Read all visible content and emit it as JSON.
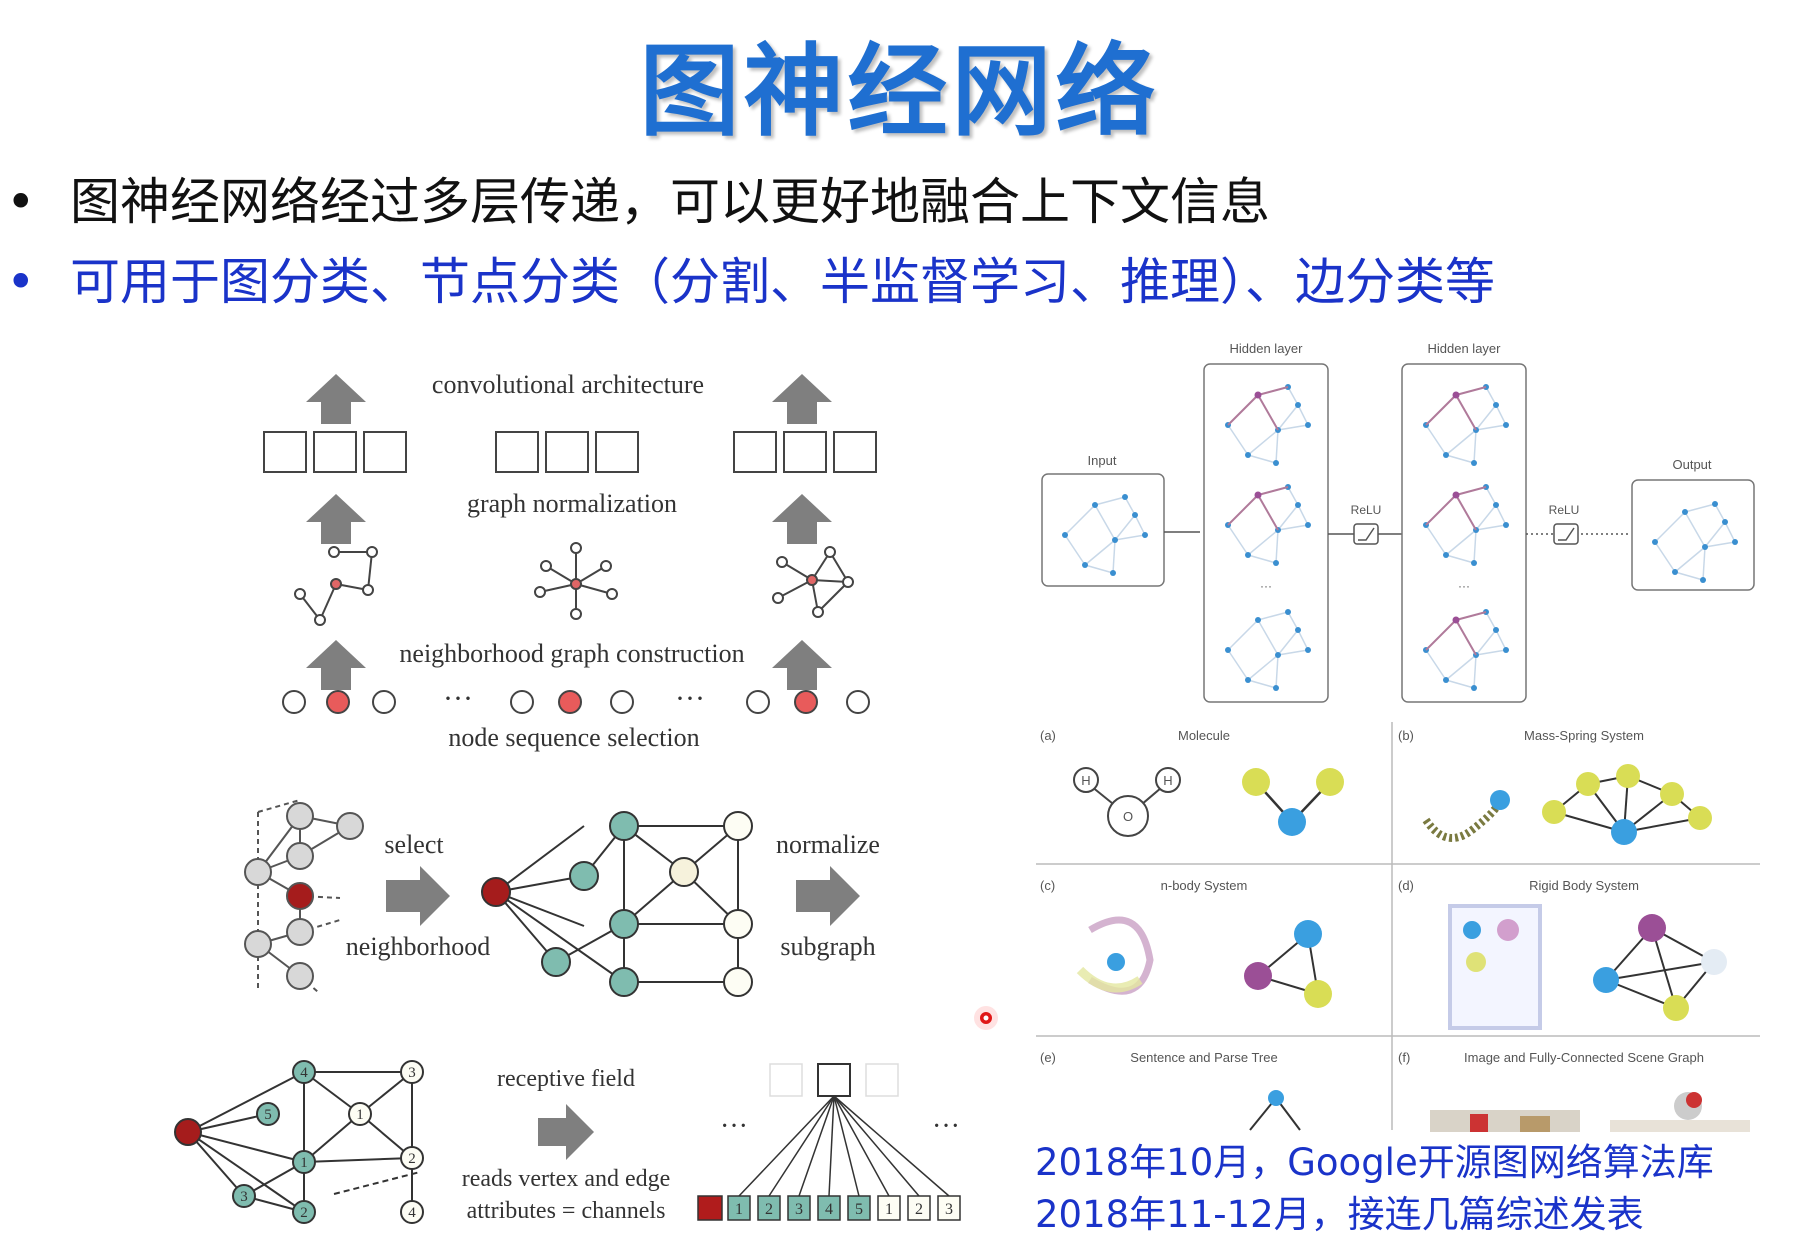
{
  "slide": {
    "title": "图神经网络",
    "bullets": [
      "图神经网络经过多层传递，可以更好地融合上下文信息",
      "可用于图分类、节点分类（分割、半监督学习、推理）、边分类等"
    ],
    "bullet_symbol": "•",
    "captions": [
      "2018年10月，Google开源图网络算法库",
      "2018年11-12月，接连几篇综述发表"
    ]
  },
  "figure_left_top": {
    "labels": {
      "conv": "convolutional architecture",
      "norm": "graph normalization",
      "neigh": "neighborhood graph construction",
      "node": "node sequence selection",
      "dots": "···"
    }
  },
  "figure_left_mid": {
    "labels": {
      "select": "select",
      "neighborhood": "neighborhood",
      "normalize": "normalize",
      "subgraph": "subgraph"
    }
  },
  "figure_left_bottom": {
    "labels": {
      "receptive": "receptive field",
      "reads": "reads vertex and edge",
      "attrs": "attributes = channels",
      "dots": "···"
    },
    "graph_node_numbers": [
      "4",
      "3",
      "5",
      "1",
      "1",
      "2",
      "3",
      "2",
      "4"
    ],
    "channel_numbers": [
      "1",
      "2",
      "3",
      "4",
      "5",
      "1",
      "2",
      "3"
    ]
  },
  "figure_right_top": {
    "labels": {
      "input": "Input",
      "hidden1": "Hidden layer",
      "hidden2": "Hidden layer",
      "relu1": "ReLU",
      "relu2": "ReLU",
      "output": "Output",
      "ellipsis1": "···",
      "ellipsis2": "···"
    }
  },
  "figure_right_grid": {
    "panels": [
      {
        "tag": "(a)",
        "title": "Molecule"
      },
      {
        "tag": "(b)",
        "title": "Mass-Spring System"
      },
      {
        "tag": "(c)",
        "title": "n-body System"
      },
      {
        "tag": "(d)",
        "title": "Rigid Body System"
      },
      {
        "tag": "(e)",
        "title": "Sentence and Parse Tree"
      },
      {
        "tag": "(f)",
        "title": "Image and Fully-Connected Scene Graph"
      }
    ],
    "atoms": [
      "H",
      "O",
      "H"
    ]
  },
  "colors": {
    "title": "#1f6fd1",
    "bullet2": "#1a33c9",
    "teal": "#7fbcaf",
    "red": "#c0392b",
    "arrow_gray": "#7f7f7f",
    "graph_blue": "#3a8fd0",
    "graph_purple": "#9b4f96",
    "graph_yellow": "#d9dd55"
  }
}
